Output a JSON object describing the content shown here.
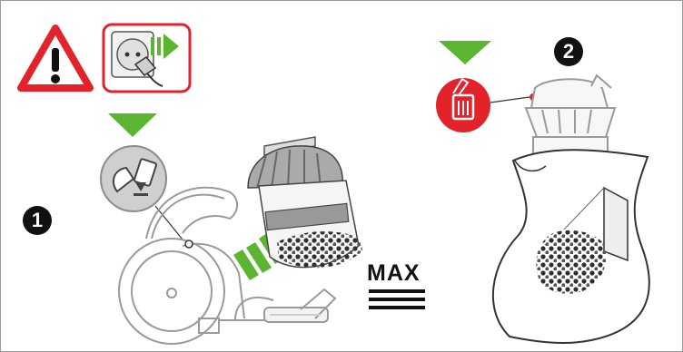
{
  "steps": {
    "step1": "1",
    "step2": "2"
  },
  "max_label": "MAX",
  "colors": {
    "warning_red": "#e32229",
    "arrow_green": "#5cb531",
    "outline_gray": "#8c8c8c",
    "debris_dark": "#333333"
  },
  "icons": [
    "warning-icon",
    "unplug-icon",
    "bin-release-icon",
    "trash-can-icon",
    "arrow-down-icon",
    "arrow-right-icon"
  ]
}
